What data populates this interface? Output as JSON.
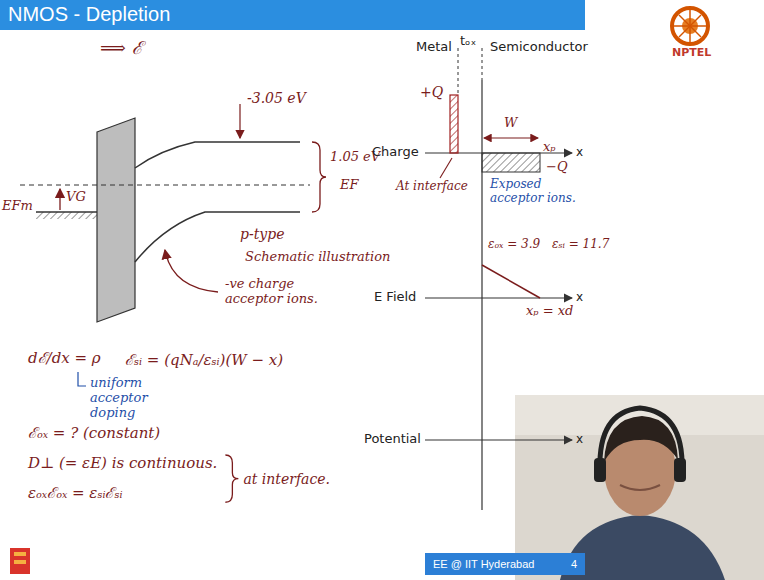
{
  "diagram": {
    "title": "NMOS - Depletion",
    "nodes": [
      {
        "text": [
          "EE @ IIT Hyderabad",
          "4"
        ]
      }
    ],
    "labels": [
      "⟹ ℰ",
      "-3.05 eV",
      "1.05 eV",
      "VG",
      "EFm",
      "EF",
      "p-type",
      "Schematic illustration",
      "-ve charge acceptor ions.",
      "dℰ/dx = ρ",
      "ℰₛᵢ = (qNₐ/εₛᵢ)(W − x)",
      "uniform acceptor doping",
      "ℰₒₓ = ? (constant)",
      "D⊥ (= εE) is continuous.",
      "εₒₓℰₒₓ = εₛᵢℰₛᵢ",
      "at interface.",
      "Metal",
      "tₒₓ",
      "Semiconductor",
      "Charge",
      "x",
      "+Q",
      "W",
      "xₚ",
      "−Q",
      "At interface",
      "Exposed acceptor ions.",
      "E Field",
      "x",
      "εₒₓ = 3.9",
      "εₛᵢ = 11.7",
      "xₚ = xd",
      "Potential",
      "x",
      "NPTEL"
    ]
  }
}
